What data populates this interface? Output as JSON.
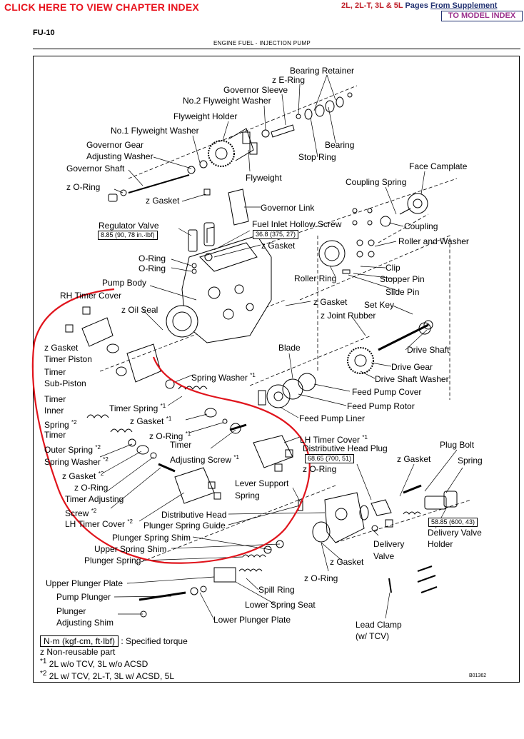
{
  "header": {
    "chapter_link": "CLICK HERE TO VIEW CHAPTER INDEX",
    "models": "2L, 2L-T, 3L & 5L",
    "pages_word": "Pages",
    "supplement_link": "From Supplement",
    "model_index": "TO MODEL INDEX"
  },
  "page": {
    "code": "FU-10",
    "section": "ENGINE FUEL   -   INJECTION PUMP",
    "figure_code": "B01362"
  },
  "labels": {
    "bearing_retainer": "Bearing Retainer",
    "e_ring": "z E-Ring",
    "governor_sleeve": "Governor Sleeve",
    "no2_flyweight_washer": "No.2 Flyweight Washer",
    "flyweight_holder": "Flyweight Holder",
    "no1_flyweight_washer": "No.1 Flyweight Washer",
    "governor_gear_1": "Governor Gear",
    "governor_gear_2": "Adjusting Washer",
    "governor_shaft": "Governor Shaft",
    "bearing": "Bearing",
    "stop_ring": "Stop Ring",
    "flyweight": "Flyweight",
    "o_ring_top": "z O-Ring",
    "gasket_top": "z Gasket",
    "governor_link": "Governor Link",
    "face_camplate": "Face Camplate",
    "coupling_spring": "Coupling Spring",
    "coupling": "Coupling",
    "regulator_valve": "Regulator Valve",
    "fuel_inlet_screw": "Fuel Inlet Hollow Screw",
    "gasket_fuel": "z Gasket",
    "roller_washer": "Roller and Washer",
    "o_ring_a": "O-Ring",
    "o_ring_b": "O-Ring",
    "clip": "Clip",
    "roller_ring": "Roller Ring",
    "stopper_pin": "Stopper Pin",
    "slide_pin": "Slide Pin",
    "pump_body": "Pump Body",
    "rh_timer_cover": "RH Timer Cover",
    "gasket_mid": "z Gasket",
    "set_key": "Set Key",
    "oil_seal": "z Oil Seal",
    "joint_rubber": "z Joint Rubber",
    "gasket_left": "z Gasket",
    "drive_shaft": "Drive Shaft",
    "blade": "Blade",
    "timer_piston": "Timer Piston",
    "drive_gear": "Drive Gear",
    "timer_sub_1": "Timer",
    "timer_sub_2": "Sub-Piston",
    "spring_washer_top": "Spring Washer",
    "drive_shaft_washer": "Drive Shaft Washer",
    "feed_pump_cover": "Feed Pump Cover",
    "timer_inner_1": "Timer",
    "timer_inner_2": "Inner",
    "timer_inner_3": "Spring",
    "timer_spring": "Timer Spring",
    "feed_pump_rotor": "Feed Pump Rotor",
    "gasket_timer": "z Gasket",
    "feed_pump_liner": "Feed Pump Liner",
    "timer_outer_1": "Timer",
    "timer_outer_2": "Outer Spring",
    "o_ring_timer": "z O-Ring",
    "lh_timer_cover_top": "LH Timer Cover",
    "timer_adj_screw_1": "Timer",
    "timer_adj_screw_2": "Adjusting Screw",
    "dist_head_plug": "Distributive Head Plug",
    "plug_bolt": "Plug Bolt",
    "spring_washer_low": "Spring Washer",
    "gasket_right": "z Gasket",
    "spring_right": "Spring",
    "o_ring_mid": "z O-Ring",
    "gasket_low": "z Gasket",
    "o_ring_low_1": "z O-Ring",
    "o_ring_low_2": "Timer  Adjusting",
    "o_ring_low_3": "Screw",
    "lever_support_1": "Lever Support",
    "lever_support_2": "Spring",
    "lh_timer_cover_low": "LH Timer Cover",
    "dist_head": "Distributive Head",
    "plunger_spring_guide": "Plunger Spring Guide",
    "delivery_valve_holder_1": "Delivery Valve",
    "delivery_valve_holder_2": "Holder",
    "plunger_spring_shim": "Plunger Spring Shim",
    "delivery_valve_1": "Delivery",
    "delivery_valve_2": "Valve",
    "upper_spring_shim": "Upper Spring Shim",
    "plunger_spring": "Plunger Spring",
    "gasket_bottom": "z Gasket",
    "o_ring_bottom": "z O-Ring",
    "upper_plunger_plate": "Upper Plunger Plate",
    "spill_ring": "Spill Ring",
    "pump_plunger": "Pump Plunger",
    "lower_spring_seat": "Lower Spring Seat",
    "plunger_adj_1": "Plunger",
    "plunger_adj_2": "Adjusting Shim",
    "lower_plunger_plate": "Lower Plunger Plate",
    "lead_clamp_1": "Lead Clamp",
    "lead_clamp_2": "(w/ TCV)"
  },
  "marks": {
    "star1": "*1",
    "star2": "*2"
  },
  "torques": {
    "regulator": "8.85 (90, 78 in.·lbf)",
    "fuel_inlet": "36.8 (375, 27)",
    "dist_plug": "68.65 (700, 51)",
    "delivery_holder": "58.85 (600, 43)"
  },
  "legend": {
    "unit_box": "N·m (kgf·cm, ft·lbf)",
    "unit_desc": ": Specified torque",
    "nonreusable": "z  Non-reusable part",
    "note1_mark": "*1",
    "note1": "2L w/o TCV, 3L w/o ACSD",
    "note2_mark": "*2",
    "note2": "2L w/ TCV, 2L-T, 3L w/ ACSD, 5L"
  },
  "colors": {
    "header_red": "#e8141e",
    "header_blue": "#203070",
    "model_index_text": "#9a2f8c",
    "annotation_red": "#e0141c"
  }
}
